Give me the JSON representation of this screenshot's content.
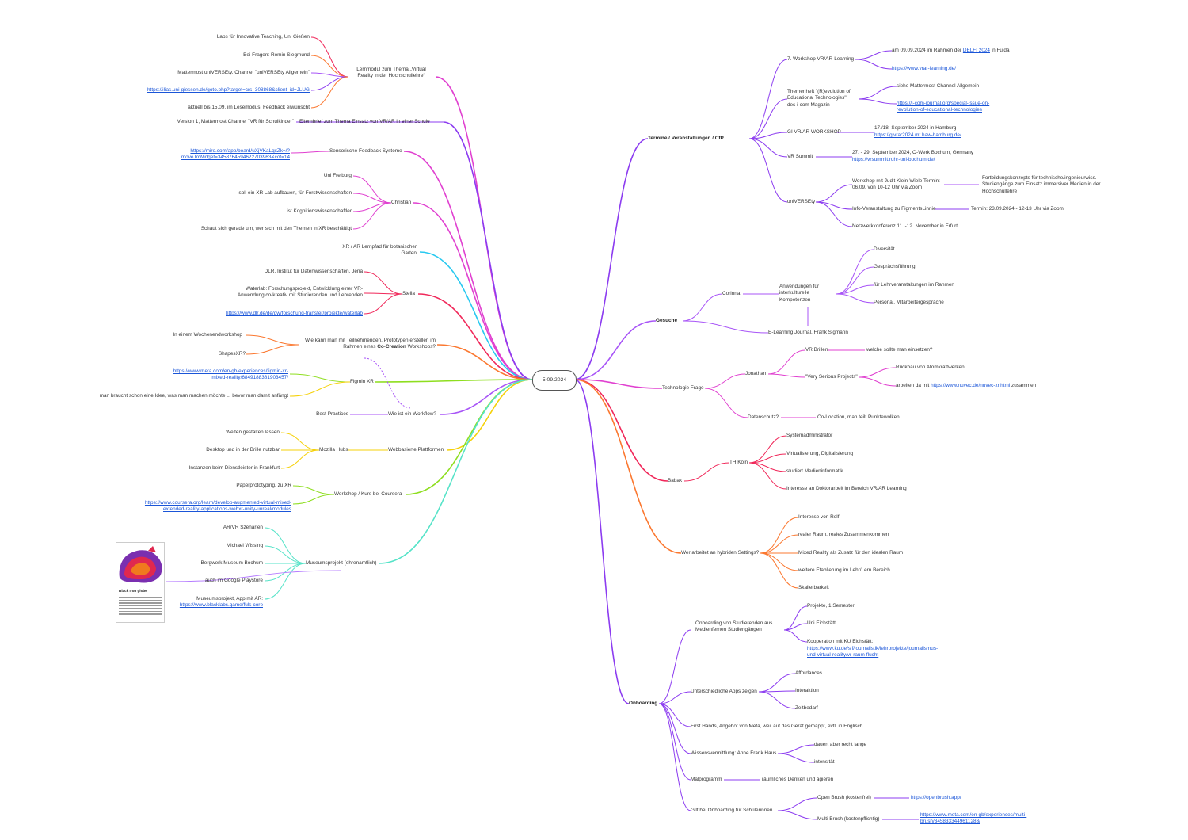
{
  "root": "5.09.2024",
  "colors": {
    "purple": "#8c3cf0",
    "violet": "#a855f7",
    "magenta": "#e040d0",
    "red": "#f0285a",
    "orange": "#fb7830",
    "yellow": "#f5d10a",
    "green": "#8ede1f",
    "teal": "#56e3c8",
    "cyan": "#29c9f0",
    "lavender": "#b57cff"
  },
  "left": {
    "lernmodul": {
      "label": "Lernmodul zum Thema „Virtual Reality in der Hochschullehre“",
      "items": [
        "Labs für Innovative Teaching, Uni Gießen",
        "Bei Fragen: Romin Siegmund",
        "Mattermost uniVERSEty, Channel \"uniVERSEty Allgemein\"",
        "https://ilias.uni-giessen.de/goto.php?target=crs_308868&client_id=JLUG",
        "aktuell bis 15.09. im Lesemodus, Feedback erwünscht"
      ]
    },
    "elternbrief": {
      "label": "Elternbrief zum Thema Einsatz von VR/AR in einer Schule",
      "item": "Version 1, Mattermost Channel \"VR für Schulkinder\""
    },
    "sensorische": {
      "label": "Sensorische Feedback Systeme",
      "link": "https://miro.com/app/board/uXjVKaLqxZk=/?moveToWidget=3458764594622703963&cot=14"
    },
    "christian": {
      "label": "Christian",
      "items": [
        "Uni Freiburg",
        "soll ein XR Lab aufbauen, für Forstwissenschaften",
        "ist Kognitionswissenschaftler",
        "Schaut sich gerade um, wer sich mit den Themen in XR beschäftigt"
      ]
    },
    "lernpfad": "XR / AR Lernpfad für botanischer Garten",
    "stella": {
      "label": "Stella",
      "items": [
        "DLR, Institut für Datenwissenschaften, Jena",
        "Waterlab: Forschungsprojekt, Entwicklung einer VR-Anwendung co-kreativ mit Studierenden und Lehrenden",
        "https://www.dlr.de/de/dw/forschung-transfer/projekte/waterlab"
      ]
    },
    "cocreation": {
      "label_a": "Wie kann man mit Teilnehmenden, Prototypen erstellen im Rahmen eines ",
      "label_b": "Co-Creation",
      "label_c": " Workshops?",
      "items": [
        "In einem Wochenendworkshop",
        "ShapesXR?"
      ]
    },
    "figmin": {
      "label": "Figmin XR",
      "items": [
        "https://www.meta.com/en-gb/experiences/figmin-xr-mixed-reality/6849188381903457/",
        "man braucht schon eine Idee, was man machen möchte ... bevor man damit anfängt"
      ]
    },
    "workflow": {
      "label": "Wie ist ein Workflow?",
      "item": "Best Practices"
    },
    "webbasiert": {
      "label": "Webbasierte Plattformen",
      "hub": "Mozilla Hubs",
      "items": [
        "Welten gestalten lassen",
        "Desktop und in der Brille nutzbar",
        "Instanzen beim Dienstleister in Frankfurt"
      ]
    },
    "coursera": {
      "label": "Workshop / Kurs bei Coursera",
      "items": [
        "Paperprototyping, zu XR",
        "https://www.coursera.org/learn/develop-augmented-virtual-mixed-extended-reality-applications-webxr-unity-unreal/modules"
      ]
    },
    "museum": {
      "label": "Museumsprojekt (ehrenamtlich)",
      "items": [
        "AR/VR Szenarien",
        "Michael Wissing",
        "Bergwerk Museum Bochum",
        "auch im Google Playstore",
        "Museumsprojekt, App mit AR:",
        "https://www.blacklabs.game/fuls-core"
      ]
    },
    "thumb_title": "Black Iron globe"
  },
  "right": {
    "termine": {
      "label": "Termine / Veranstaltungen / CfP",
      "workshop_vrar": {
        "label": "7. Workshop VR/AR-Learning",
        "sub_a": "am 09.09.2024 im Rahmen der ",
        "sub_link": "DELFI 2024",
        "sub_b": " in Fulda",
        "link": "https://www.vrar-learning.de/"
      },
      "themenheft": {
        "label": "Themenheft \"(R)evolution of Educational Technologies\" des i-com Magazin",
        "sub": "siehe Mattermost Channel Allgemein",
        "link": "https://i-com-journal.org/special-issue-on-revolution-of-educational-technologies"
      },
      "gi": {
        "label": "GI VR/AR WORKSHOP",
        "sub": "17./18. September 2024 in Hamburg",
        "link": "https://givrar2024.mt.haw-hamburg.de/"
      },
      "vrsummit": {
        "label": "VR Summit",
        "sub": "27. - 29. September 2024, O-Werk Bochum, Germany",
        "link": "https://vrsummit.ruhr-uni-bochum.de/"
      },
      "universety": {
        "label": "uniVERSEty",
        "workshop": "Workshop mit Judit Klein-Wiele Termin: 06.09. von 10-12 Uhr via Zoom",
        "workshop_note": "Fortbildungskonzepts für technische/ingenieurwiss. Studiengänge zum Einsatz immersiver Medien in der Hochschullehre",
        "info": "Info-Veranstaltung zu FigmentsLinnie",
        "info_note": "Termin: 23.09.2024 - 12-13 Uhr via Zoom",
        "netzwerk": "Netzwerkkonferenz 11. -12. November in Erfurt"
      }
    },
    "gesuche": {
      "label": "Gesuche",
      "corinna": "Corinna",
      "anwendungen": "Anwendungen für interkulturelle Kompetenzen",
      "anw_items": [
        "Diversität",
        "Gesprächsführung",
        "für Lehrveranstaltungen im Rahmen",
        "Personal, Mitarbeitergespräche"
      ],
      "elearning": "E-Learning Journal, Frank Sigmann"
    },
    "technologie": {
      "label": "Technologie Frage",
      "jonathan": "Jonathan",
      "vr_brillen": "VR Brillen",
      "vr_brillen_note": "welche sollte man einsetzen?",
      "serious": "\"Very Serious Projects\"",
      "serious_items_a": "Rückbau von Atomkraftwerken",
      "serious_items_b1": "arbeiten da mit ",
      "serious_items_link": "https://www.nuvec.de/nuvec-xr.html",
      "serious_items_b2": " zusammen",
      "datenschutz": "Datenschutz?",
      "datenschutz_note": "Co-Location, man teilt Punktewolken"
    },
    "babak": {
      "label": "Babak",
      "th": "TH Köln",
      "items": [
        "Systemadministrator",
        "Virtualisierung, Digitalisierung",
        "studiert Medieninformatik",
        "Interesse an Doktorarbeit im Bereich VR/AR Learning"
      ]
    },
    "hybrid": {
      "label": "Wer arbeitet an hybriden Settings?",
      "items": [
        "Interesse von Rolf",
        "realer Raum, reales Zusammenkommen",
        "Mixed Reality als Zusatz für den idealen Raum",
        "weitere Etablierung im Lehr/Lern Bereich",
        "Skalierbarkeit"
      ]
    },
    "onboarding": {
      "label": "Onboarding",
      "studierende": "Onboarding von Studierenden aus Medienfernen Studiengängen",
      "stud_items": [
        "Projekte, 1 Semester",
        "Uni Eichstätt",
        "Kooperation mit KU Eichstätt:"
      ],
      "stud_link": "https://www.ku.de/slf/journalistik/lehrprojekte/journalismus-und-virtual-reality/vr-raum-flucht",
      "apps": "Unterschiedliche Apps zeigen",
      "apps_items": [
        "Affordances",
        "Interaktion",
        "Zeitbedarf"
      ],
      "firsthands": "First Hands, Angebot von Meta, weil auf das Gerät gemappt, evtl. in Englisch",
      "wissen": "Wissensvermittlung: Anne Frank Haus",
      "wissen_items": [
        "dauert aber recht lange",
        "intensität"
      ],
      "mal": "Malprogramm",
      "mal_note": "räumliches Denken und agieren",
      "gilt": "Gilt bei Onboarding für Schülerinnen",
      "openbrush": "Open Brush (kostenfrei)",
      "openbrush_link": "https://openbrush.app/",
      "multibrush": "Multi Brush (kostenpflichtig)",
      "multibrush_link": "https://www.meta.com/en-gb/experiences/multi-brush/3458333449611283/"
    }
  }
}
